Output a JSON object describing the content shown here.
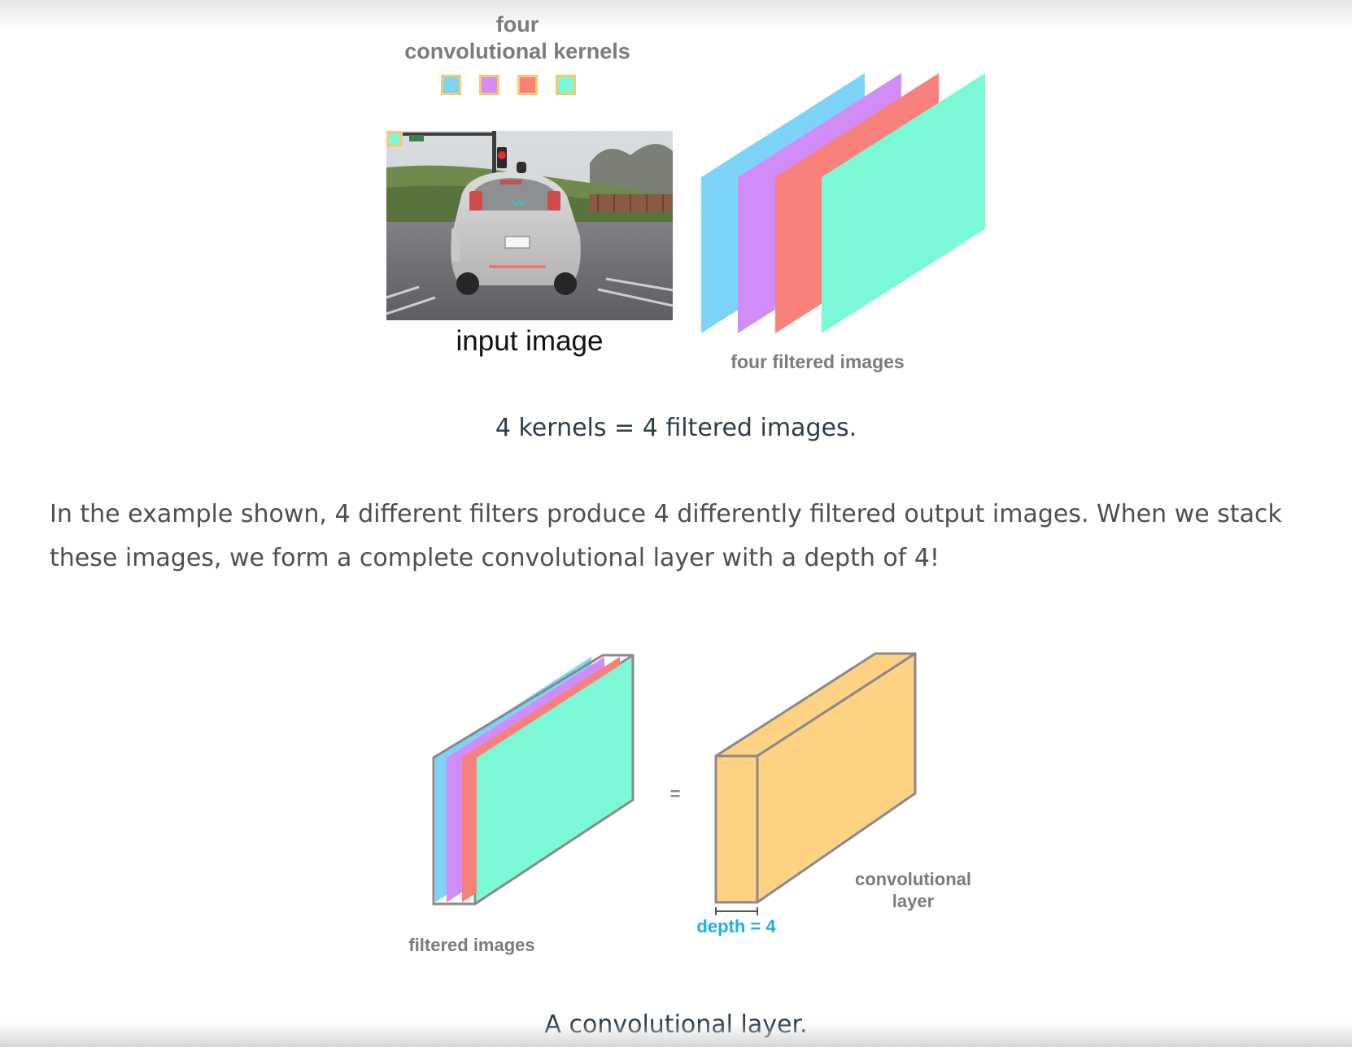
{
  "top_figure": {
    "kernels_title_line1": "four",
    "kernels_title_line2": "convolutional kernels",
    "kernel_colors": [
      "#7dd3f7",
      "#d28cf7",
      "#f9817b",
      "#7bf9d6"
    ],
    "kernel_border_color": "#f7c96e",
    "input_image_label": "input image",
    "filtered_images_label": "four filtered images",
    "filtered_plane_colors": [
      "#7dd3f7",
      "#d28cf7",
      "#f9817b",
      "#7bf9d6"
    ]
  },
  "caption_1": "4 kernels = 4 filtered images.",
  "paragraph": "In the example shown, 4 different filters produce 4 differently filtered output images. When we stack these images, we form a complete convolutional layer with a depth of 4!",
  "bottom_figure": {
    "stack_colors": [
      "#7dd3f7",
      "#d28cf7",
      "#f9817b",
      "#7bf9d6"
    ],
    "equals": "=",
    "filtered_images_label": "filtered images",
    "layer_label_line1": "convolutional",
    "layer_label_line2": "layer",
    "depth_label": "depth = 4",
    "layer_color": "#fdd383",
    "depth_label_color": "#1ab2e0"
  },
  "caption_2": "A convolutional layer."
}
